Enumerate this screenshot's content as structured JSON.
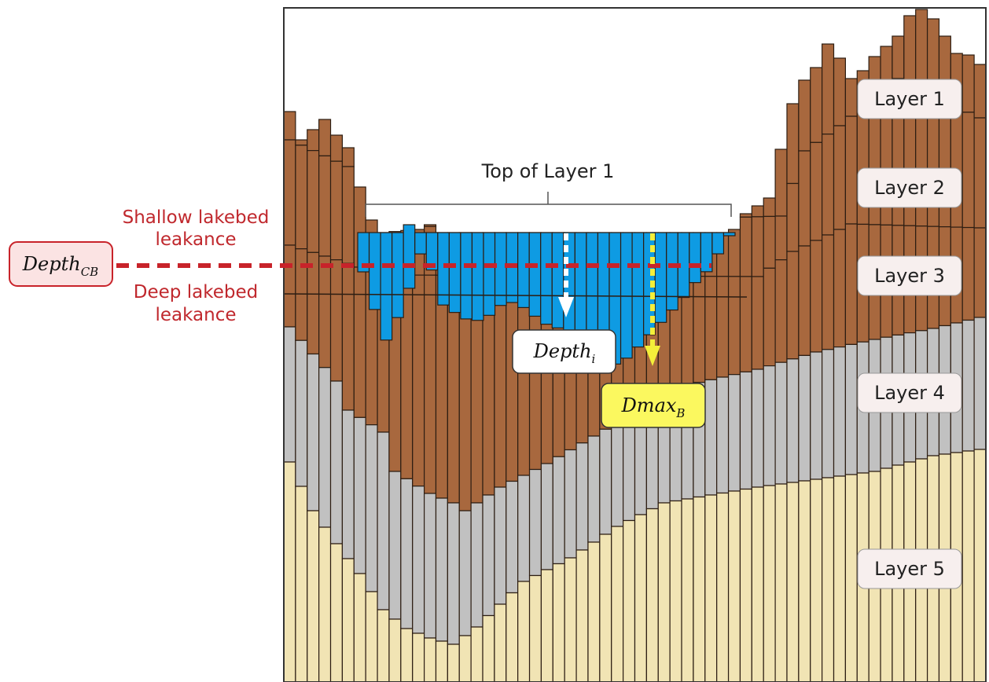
{
  "colors": {
    "layer1": "#a8683e",
    "layer2": "#a8683e",
    "layer3": "#a8683e",
    "layer4": "#c1c1c1",
    "layer5": "#f1e4b4",
    "lake": "#0e9be3",
    "column_edge": "#2c1d12",
    "depth_cb_line": "#c8232a",
    "depth_cb_box_fill": "#fbe3e3",
    "depth_cb_box_stroke": "#c8232a",
    "dmax_box_fill": "#fbf85f",
    "dmax_arrow": "#f4ef3a",
    "depth_arrow": "#ffffff",
    "layer_box_fill": "#f7efee"
  },
  "layer_labels": [
    "Layer 1",
    "Layer 2",
    "Layer 3",
    "Layer 4",
    "Layer 5"
  ],
  "top_of_layer_label": "Top of Layer 1",
  "shallow_label": [
    "Shallow lakebed",
    "leakance"
  ],
  "deep_label": [
    "Deep lakebed",
    "leakance"
  ],
  "depth_cb": {
    "main": "Depth",
    "sub": "CB"
  },
  "depth_i": {
    "main": "Depth",
    "sub": "i"
  },
  "dmax_b": {
    "main": "Dmax",
    "sub": "B"
  }
}
